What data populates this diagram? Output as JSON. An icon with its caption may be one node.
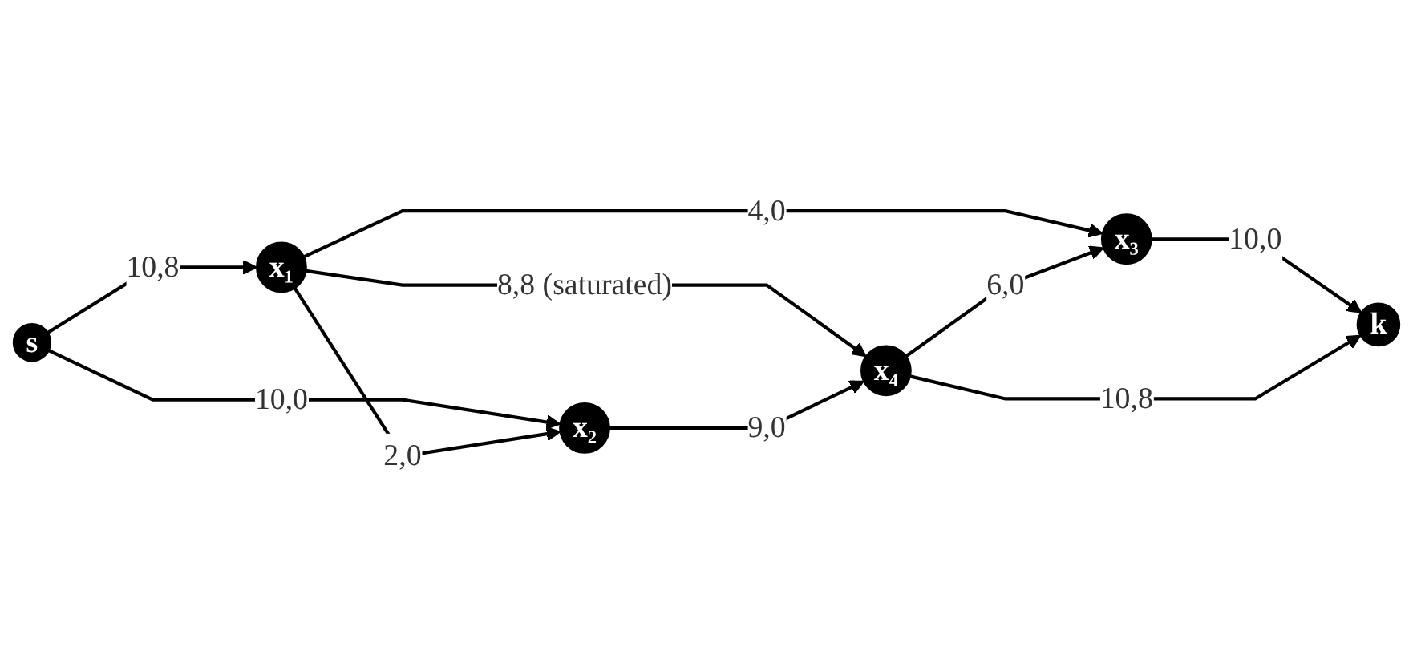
{
  "diagram": {
    "nodes": [
      {
        "text": [
          "s"
        ]
      },
      {
        "text": [
          "x₁"
        ]
      },
      {
        "text": [
          "x₂"
        ]
      },
      {
        "text": [
          "x₃"
        ]
      },
      {
        "text": [
          "x₄"
        ]
      },
      {
        "text": [
          "k"
        ]
      }
    ],
    "edges": [
      {
        "from": 0,
        "to": 1,
        "arrow": "to",
        "label": "10,8"
      },
      {
        "from": 0,
        "to": 2,
        "arrow": "to",
        "label": "10,0"
      },
      {
        "from": 1,
        "to": 3,
        "arrow": "to",
        "label": "4,0"
      },
      {
        "from": 1,
        "to": 2,
        "arrow": "to",
        "label": "2,0"
      },
      {
        "from": 1,
        "to": 4,
        "arrow": "to",
        "label": "8,8 (saturated)"
      },
      {
        "from": 2,
        "to": 4,
        "arrow": "to",
        "label": "9,0"
      },
      {
        "from": 4,
        "to": 3,
        "arrow": "to",
        "label": "6,0"
      },
      {
        "from": 3,
        "to": 5,
        "arrow": "to",
        "label": "10,0"
      },
      {
        "from": 4,
        "to": 5,
        "arrow": "to",
        "label": "10,8"
      }
    ]
  }
}
